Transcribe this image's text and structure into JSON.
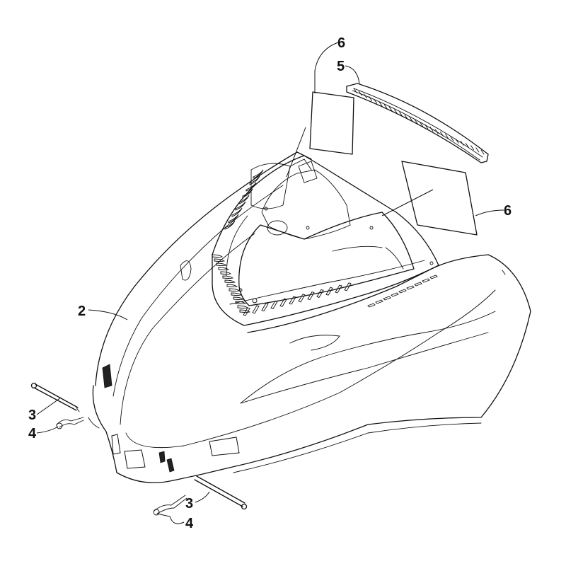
{
  "diagram": {
    "callouts": [
      {
        "id": "c6a",
        "label": "6"
      },
      {
        "id": "c5",
        "label": "5"
      },
      {
        "id": "c6b",
        "label": "6"
      },
      {
        "id": "c2",
        "label": "2"
      },
      {
        "id": "c3a",
        "label": "3"
      },
      {
        "id": "c4a",
        "label": "4"
      },
      {
        "id": "c3b",
        "label": "3"
      },
      {
        "id": "c4b",
        "label": "4"
      }
    ]
  }
}
